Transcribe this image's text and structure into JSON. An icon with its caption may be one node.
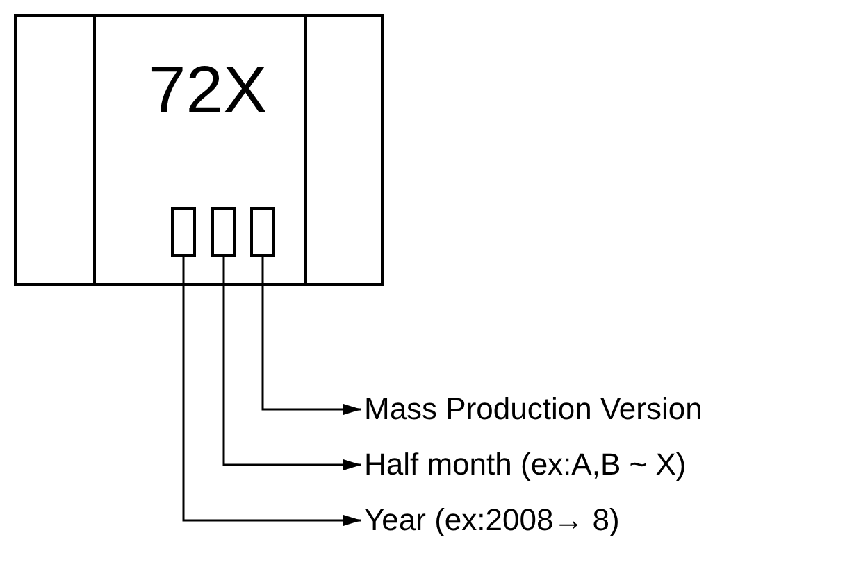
{
  "diagram": {
    "nodes": [
      {
        "text": [
          "72X"
        ]
      },
      {
        "text": [],
        "shape": "box",
        "in": 0
      },
      {
        "text": [],
        "shape": "box",
        "in": 0
      },
      {
        "text": [],
        "shape": "box",
        "in": 0
      },
      {
        "text": [
          "Mass Production Version"
        ]
      },
      {
        "text": [
          "Half month (ex:A,B ~ X)"
        ]
      },
      {
        "text": [
          "Year (ex:2008→ 8)"
        ]
      }
    ],
    "edges": [
      {
        "from": 3,
        "to": 4,
        "arrow": "to"
      },
      {
        "from": 2,
        "to": 5,
        "arrow": "to"
      },
      {
        "from": 1,
        "to": 6,
        "arrow": "to"
      }
    ]
  }
}
